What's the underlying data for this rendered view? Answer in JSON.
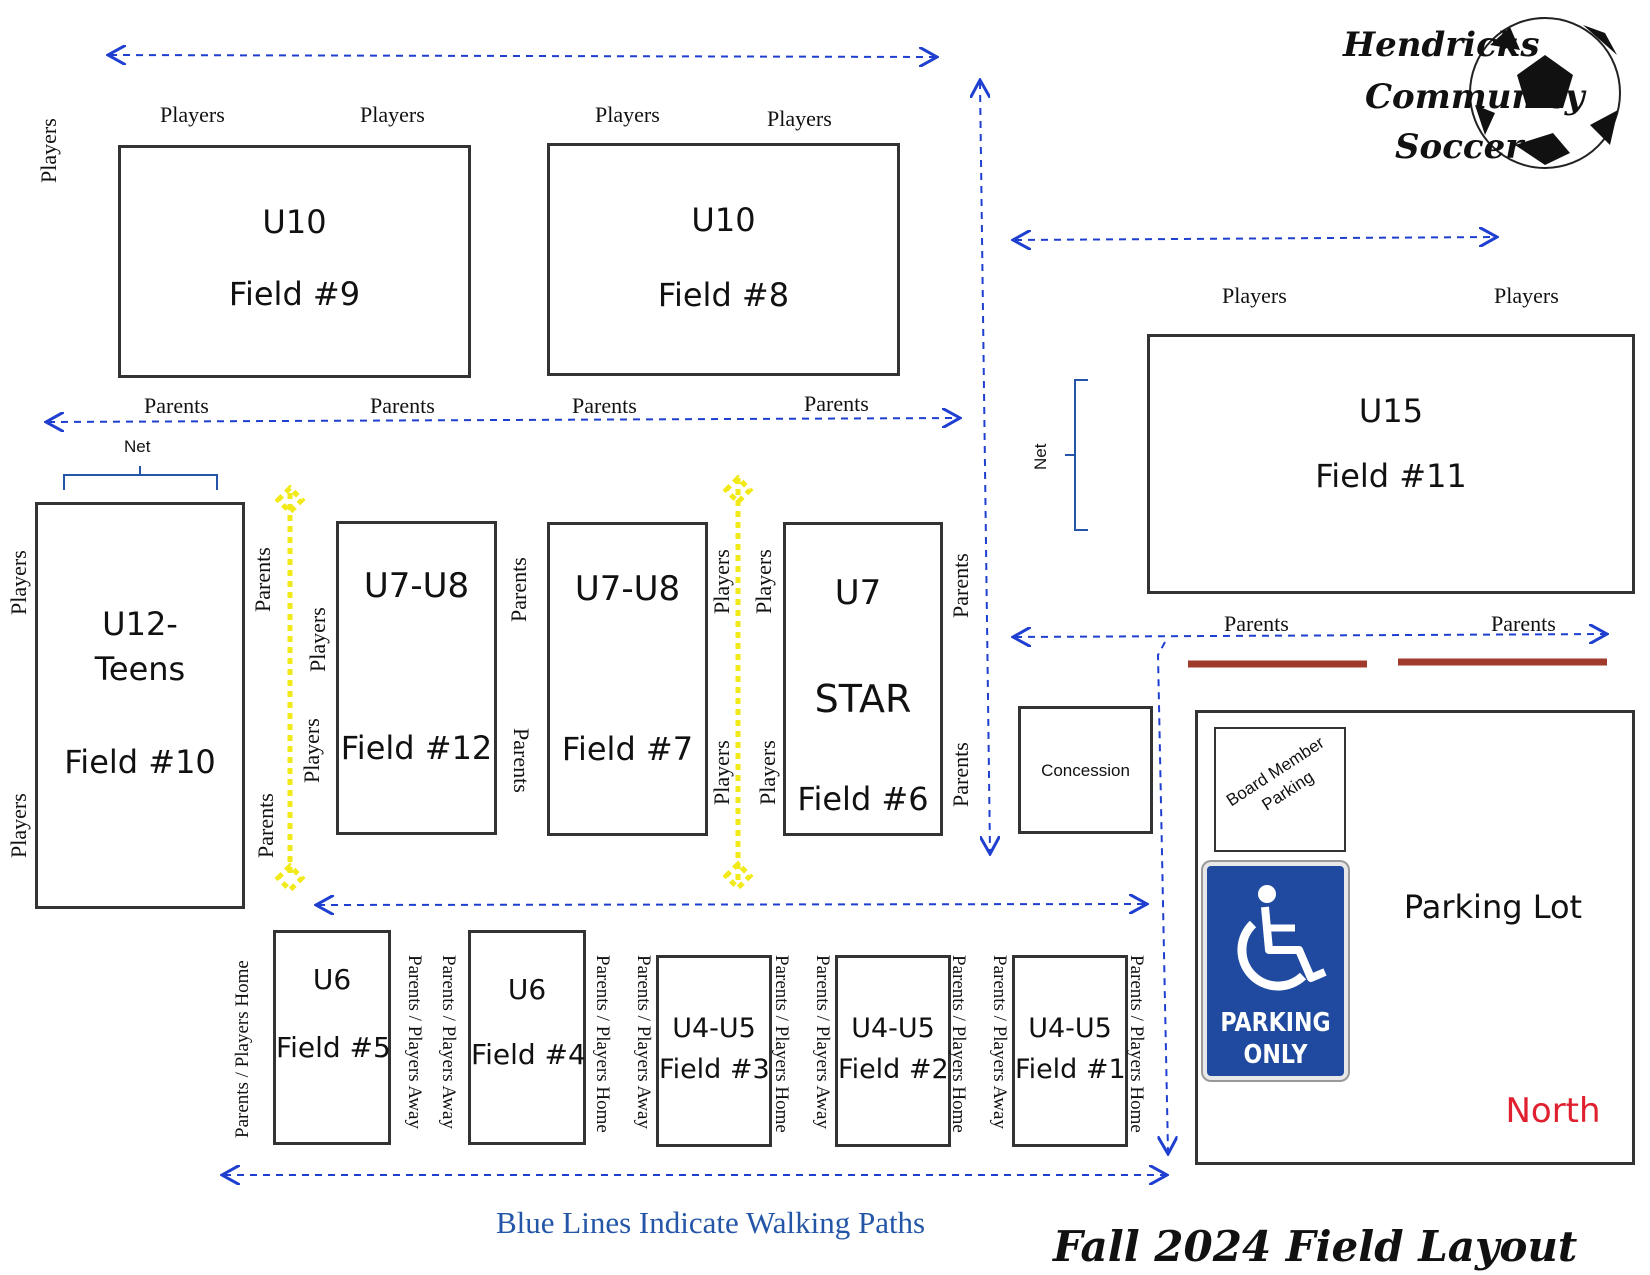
{
  "logo": {
    "line1": "Hendricks",
    "line2": "Community",
    "line3": "Soccer"
  },
  "fields": {
    "f9": {
      "age": "U10",
      "name": "Field #9"
    },
    "f8": {
      "age": "U10",
      "name": "Field #8"
    },
    "f11": {
      "age": "U15",
      "name": "Field #11"
    },
    "f10": {
      "age": "U12-",
      "age2": "Teens",
      "name": "Field #10"
    },
    "f12": {
      "age": "U7-U8",
      "name": "Field #12"
    },
    "f7": {
      "age": "U7-U8",
      "name": "Field #7"
    },
    "f6": {
      "age": "U7",
      "age2": "STAR",
      "name": "Field #6"
    },
    "f5": {
      "age": "U6",
      "name": "Field #5"
    },
    "f4": {
      "age": "U6",
      "name": "Field #4"
    },
    "f3": {
      "age": "U4-U5",
      "name": "Field #3"
    },
    "f2": {
      "age": "U4-U5",
      "name": "Field #2"
    },
    "f1": {
      "age": "U4-U5",
      "name": "Field #1"
    }
  },
  "labels": {
    "players": "Players",
    "parents": "Parents",
    "net": "Net",
    "parents_players_home": "Parents / Players Home",
    "parents_players_away": "Parents / Players Away"
  },
  "concession": "Concession",
  "board_parking": {
    "line1": "Board Member",
    "line2": "Parking"
  },
  "accessible_sign": {
    "line1": "PARKING",
    "line2": "ONLY"
  },
  "parking_lot": "Parking Lot",
  "north": "North",
  "legend": "Blue Lines Indicate Walking Paths",
  "title": "Fall 2024 Field Layout",
  "colors": {
    "path": "#1f3fd0",
    "yellow": "#f2ea18",
    "parking_line": "#a03a2a",
    "north": "#e0202f",
    "sign_blue": "#1f4aa0",
    "legend": "#2456a8"
  }
}
